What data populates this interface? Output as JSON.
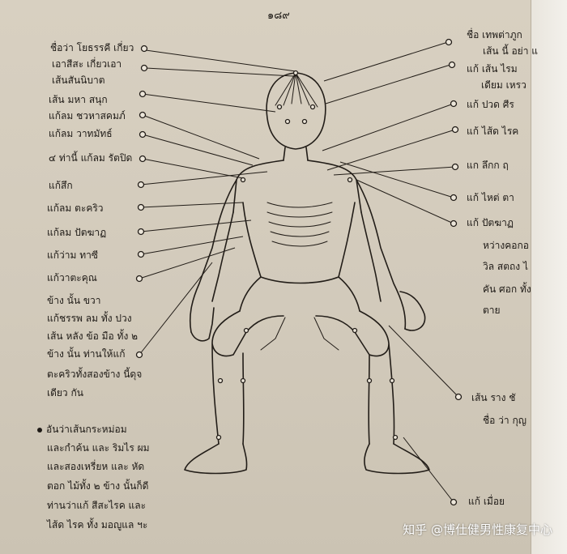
{
  "page": {
    "page_number": "๑๘๙",
    "left_labels": [
      "ชื่อว่า โยธรรคี  เกี่ยว",
      "เอาสีสะ   เกี่ยวเอา",
      "เส้นสันนิบาต",
      "เส้น มหา สนุก",
      "แก้ลม ชวหาสคมภ์",
      "แก้ลม วาทมัทธ์",
      "๔ ท่านี้ แก้ลม รัตปิด",
      "แก้สึก",
      "แก้ลม ตะคริว",
      "แก้ลม ปัตฆาฏ",
      "แก้ว่าม ทาซี",
      "แก้วาตะคุณ",
      "ข้าง นั้น ขวา",
      "แก้ชรรพ ลม ทั้ง ปวง",
      "เส้น หลัง ข้อ มือ ทั้ง ๒",
      "ข้าง นั้น   ท่านให้แก้",
      "ตะคริวทั้งสองข้าง นี้ดุจ",
      "เดียว กัน"
    ],
    "right_labels": [
      "ชื่อ เทพต่าภูก",
      "เส้น นี้ อย่า แ",
      "แก้ เส้น ไรม",
      "เดียม เหรว",
      "แก้ ปวด ศีร",
      "แก้ ไส้ด ไรค",
      "แก ลึกก ฤ",
      "แก้ ไหต่ ตา",
      "แก้ ปัตฆาฏ",
      "หว่างคอกอ",
      "วิล สตถง ไ",
      "คัน ศอก ทั้ง",
      "ตาย",
      "เส้น ราง ชั",
      "ชื่อ ว่า กุญ",
      "แก้ เมื่อย"
    ],
    "bottom_paragraph": [
      "อันว่าเส้นกระหม่อม",
      "และกำค้น  และ ริมไร ผม",
      "และสองเหรี่ยห   และ หัด",
      "ตอก ไม้ทั้ง  ๒  ข้าง นั้นก็ดี",
      "ท่านว่าแก้ สีสะไรค   และ",
      "ไส้ด ไรค ทั้ง มอญูแล ฯะ"
    ],
    "watermark": "知乎 @博仕健男性康复中心"
  }
}
